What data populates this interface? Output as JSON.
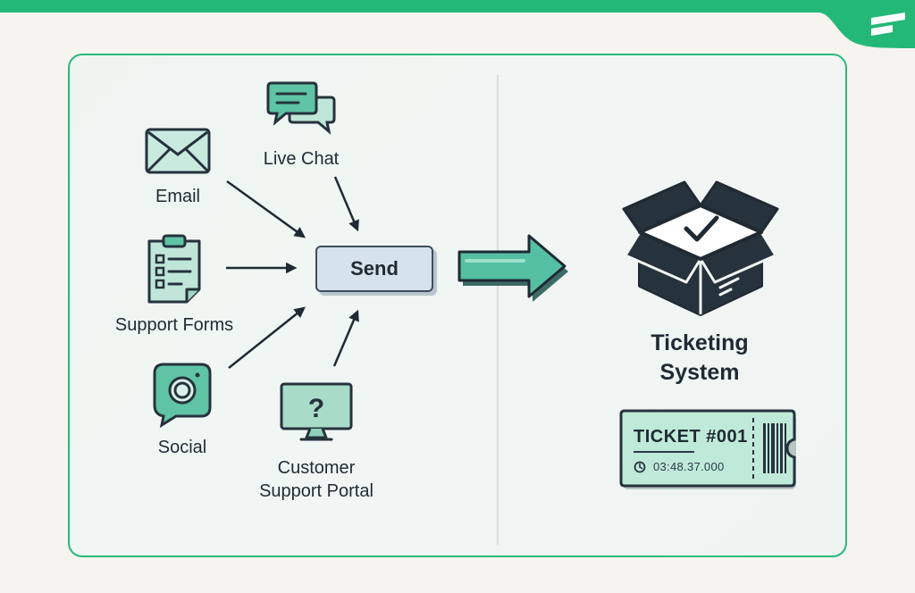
{
  "sources": {
    "email": "Email",
    "live_chat": "Live Chat",
    "support_forms": "Support Forms",
    "social": "Social",
    "portal_line1": "Customer",
    "portal_line2": "Support Portal"
  },
  "send_label": "Send",
  "destination": {
    "title_line1": "Ticketing",
    "title_line2": "System"
  },
  "ticket": {
    "number": "TICKET #001",
    "time": "03:48.37.000"
  },
  "colors": {
    "brand_green": "#23b877",
    "teal": "#4fbfa0",
    "dark": "#1f2a33"
  }
}
